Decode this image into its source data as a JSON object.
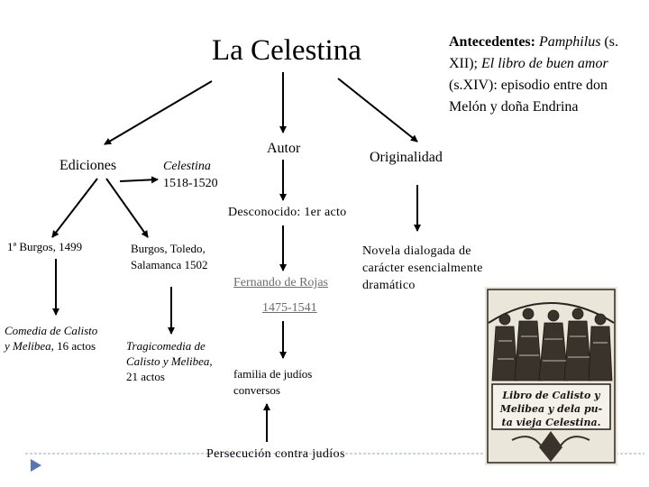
{
  "title": "La Celestina",
  "antecedentes": {
    "label": "Antecedentes:",
    "work1": "Pamphilus",
    "after1": " (s. XII); ",
    "work2": "El libro de buen amor",
    "after2": " (s.XIV): episodio entre don Melón y doña Endrina"
  },
  "ediciones": {
    "label": "Ediciones",
    "celestina": "Celestina",
    "celestina_dates": "1518-1520",
    "burgos": "1ª Burgos, 1499",
    "burgos_toledo_line1": "Burgos, Toledo,",
    "burgos_toledo_line2": "Salamanca 1502",
    "comedia_line1": "Comedia de Calisto",
    "comedia_line2_italic": "y Melibea",
    "comedia_line2_rest": ", 16 actos",
    "tragicomedia_line1": "Tragicomedia de",
    "tragicomedia_line2": "Calisto y Melibea,",
    "tragicomedia_line3": "21 actos"
  },
  "autor": {
    "label": "Autor",
    "desconocido": "Desconocido: 1er acto",
    "fernando": "Fernando de Rojas",
    "dates": "1475-1541",
    "familia_line1": "familia de judíos",
    "familia_line2": "conversos",
    "persecucion": "Persecución contra judíos"
  },
  "originalidad": {
    "label": "Originalidad",
    "novela_line1": "Novela dialogada de",
    "novela_line2": "carácter esencialmente",
    "novela_line3": "dramático"
  },
  "woodcut": {
    "line1": "Libro de Calisto y",
    "line2": "Melibea y dela pu-",
    "line3": "ta vieja Celestina."
  }
}
